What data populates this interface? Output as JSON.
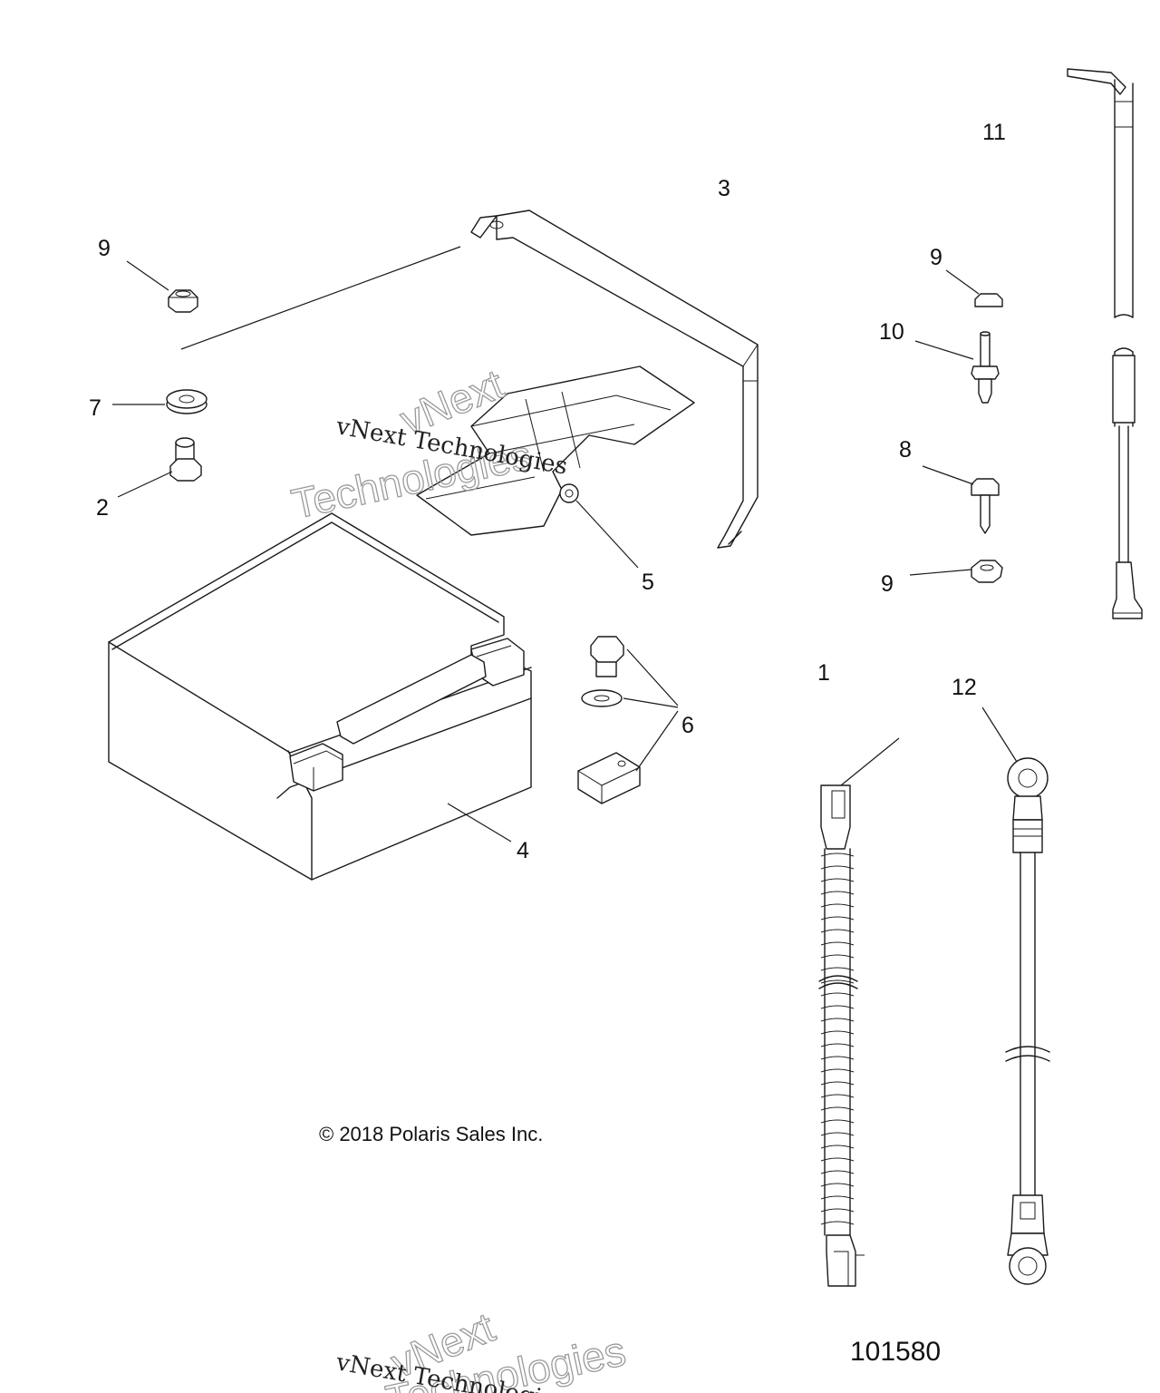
{
  "callouts": [
    {
      "id": "c1",
      "label": "1"
    },
    {
      "id": "c2",
      "label": "2"
    },
    {
      "id": "c3",
      "label": "3"
    },
    {
      "id": "c4",
      "label": "4"
    },
    {
      "id": "c5",
      "label": "5"
    },
    {
      "id": "c6",
      "label": "6"
    },
    {
      "id": "c7",
      "label": "7"
    },
    {
      "id": "c8",
      "label": "8"
    },
    {
      "id": "c9a",
      "label": "9"
    },
    {
      "id": "c9b",
      "label": "9"
    },
    {
      "id": "c9c",
      "label": "9"
    },
    {
      "id": "c10",
      "label": "10"
    },
    {
      "id": "c11",
      "label": "11"
    },
    {
      "id": "c12",
      "label": "12"
    }
  ],
  "copyright": "© 2018 Polaris Sales Inc.",
  "figure_number": "101580",
  "watermarks": [
    {
      "outline_line1": "vNext",
      "outline_line2": "Technologies",
      "serif_text": "vNext Technologies"
    },
    {
      "outline_line1": "vNext",
      "outline_line2": "Technologies",
      "serif_text": "vNext Technologies"
    }
  ]
}
